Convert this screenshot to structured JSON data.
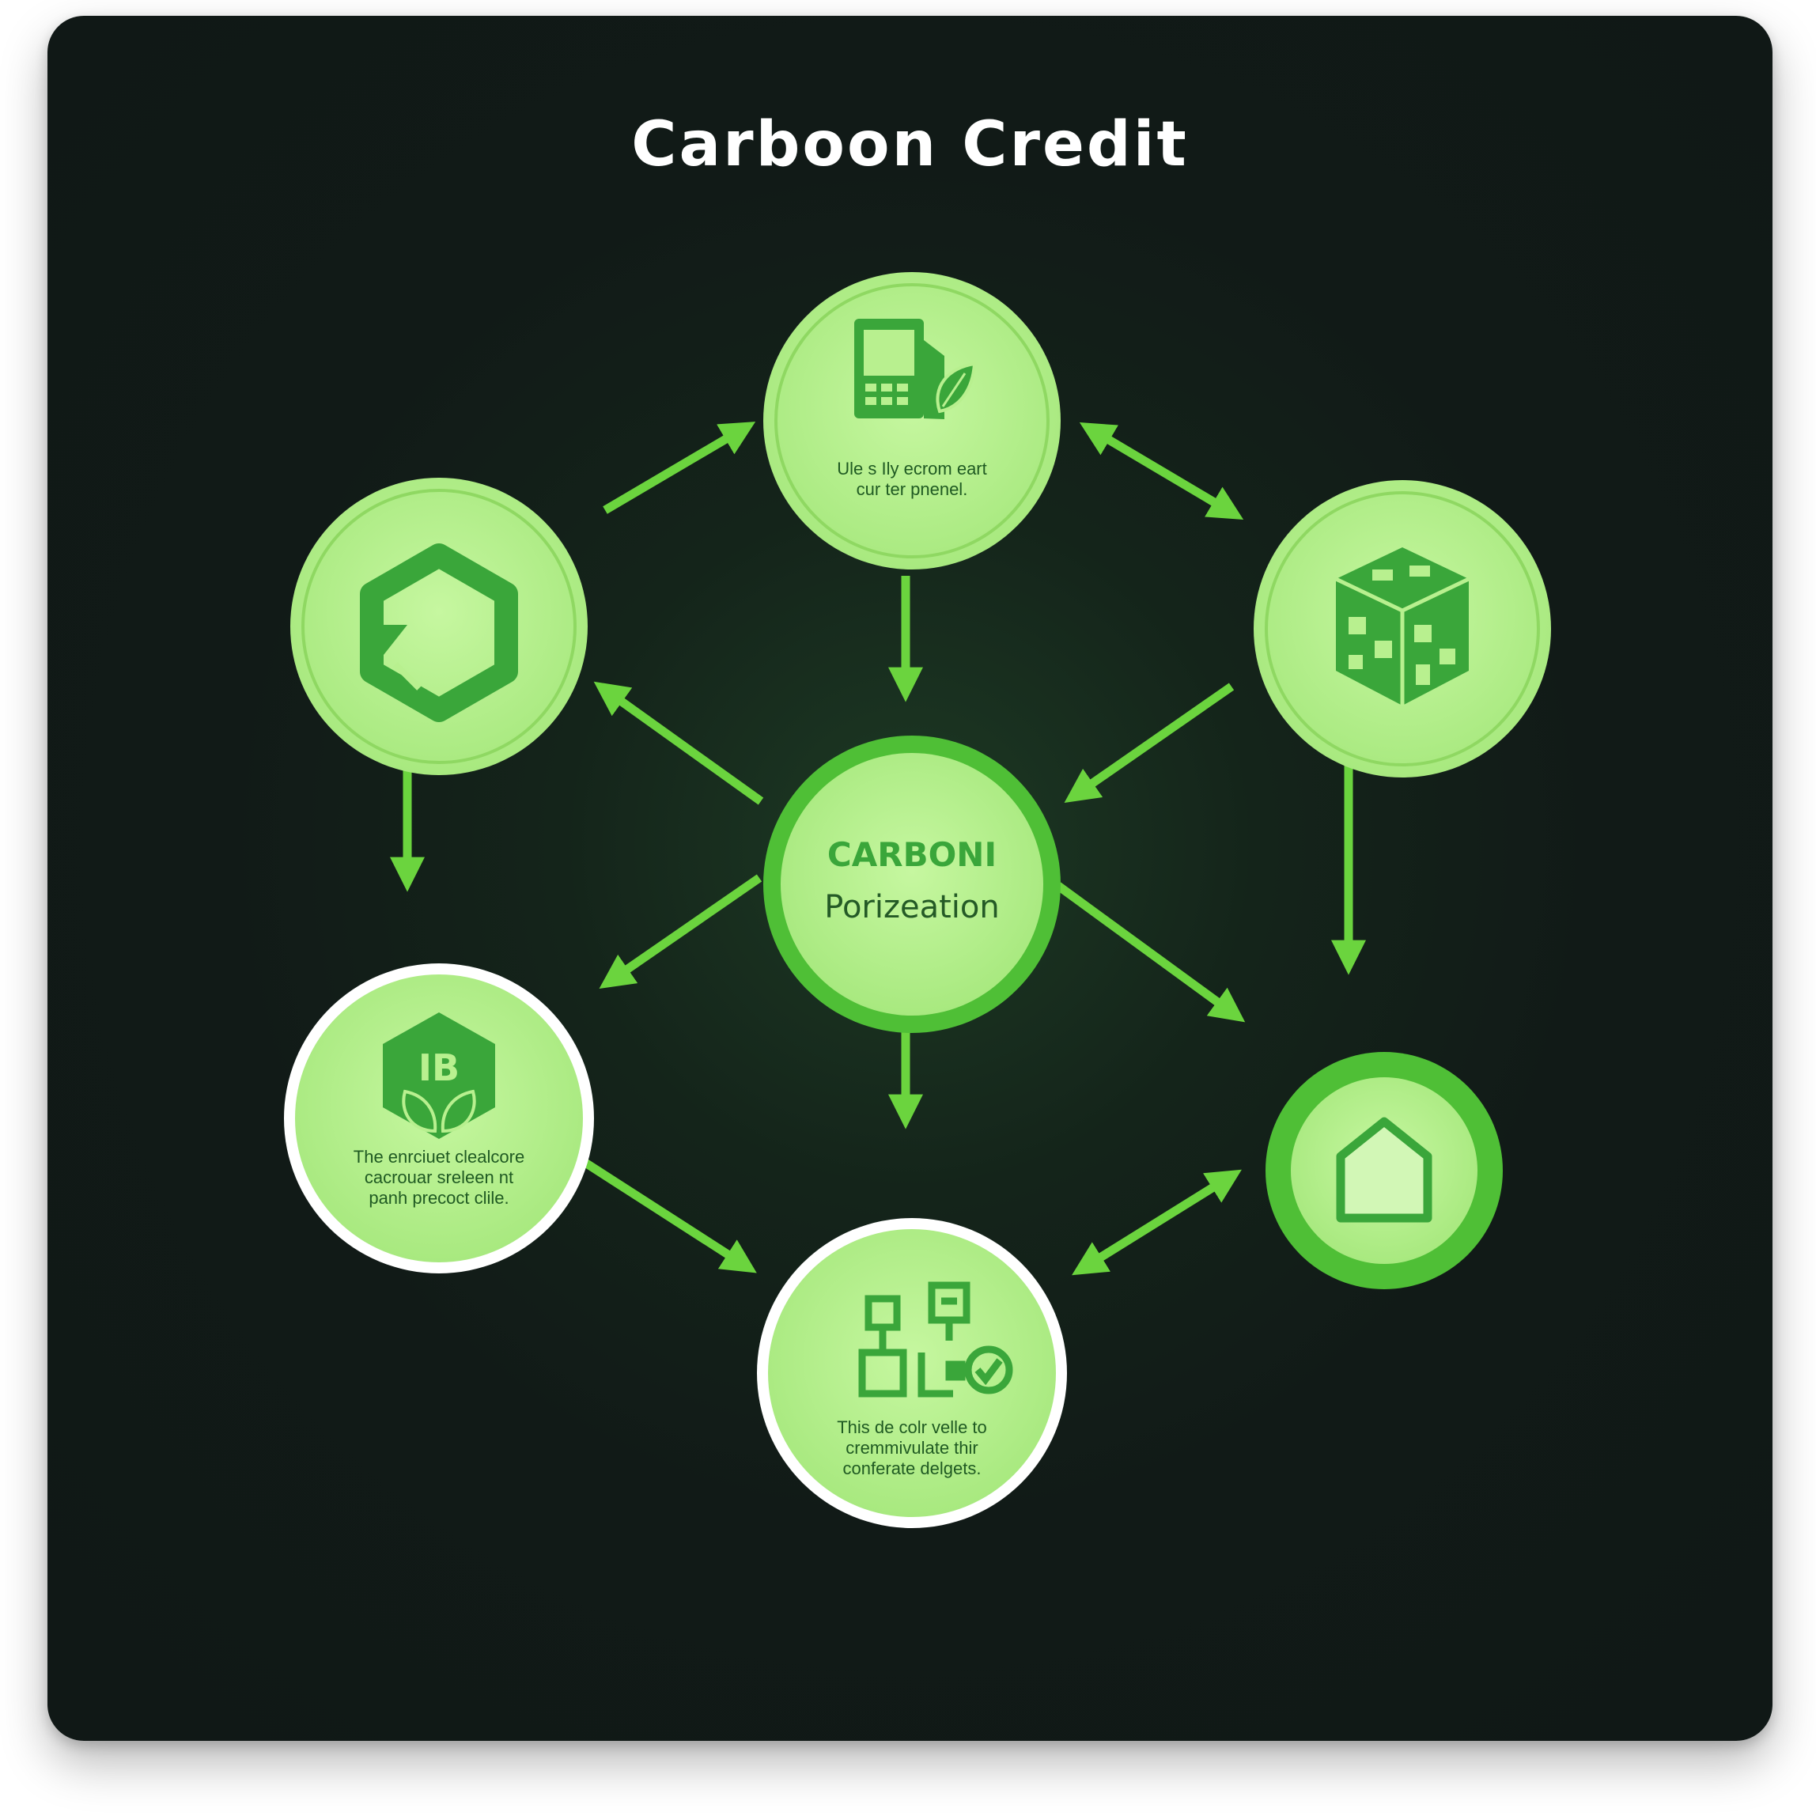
{
  "title": "Carboon Credit",
  "colors": {
    "background": "#121b18",
    "node_fill": "#b8f08f",
    "node_ring": "#9ee06f",
    "icon": "#3aa63a",
    "arrow": "#6bd43e",
    "center_ring": "#4fbf36",
    "white_ring": "#ffffff"
  },
  "nodes": {
    "center": {
      "heading": "CARBONI",
      "subheading": "Porizeation"
    },
    "top": {
      "icon": "terminal-leaf-icon",
      "lines": [
        "Ule s Ily ecrom eart",
        "cur ter pnenel."
      ]
    },
    "upper_left": {
      "icon": "recycle-hexagon-icon"
    },
    "upper_right": {
      "icon": "block-cube-icon"
    },
    "lower_left": {
      "icon": "leaf-badge-icon",
      "badge_text": "IB",
      "lines": [
        "The enrciuet clealcore",
        "cacrouar sreleen nt",
        "panh precoct clile."
      ]
    },
    "bottom": {
      "icon": "verification-flow-icon",
      "lines": [
        "This de colr velle to",
        "cremmivulate thir",
        "conferate delgets."
      ]
    },
    "lower_right": {
      "icon": "home-icon"
    }
  }
}
